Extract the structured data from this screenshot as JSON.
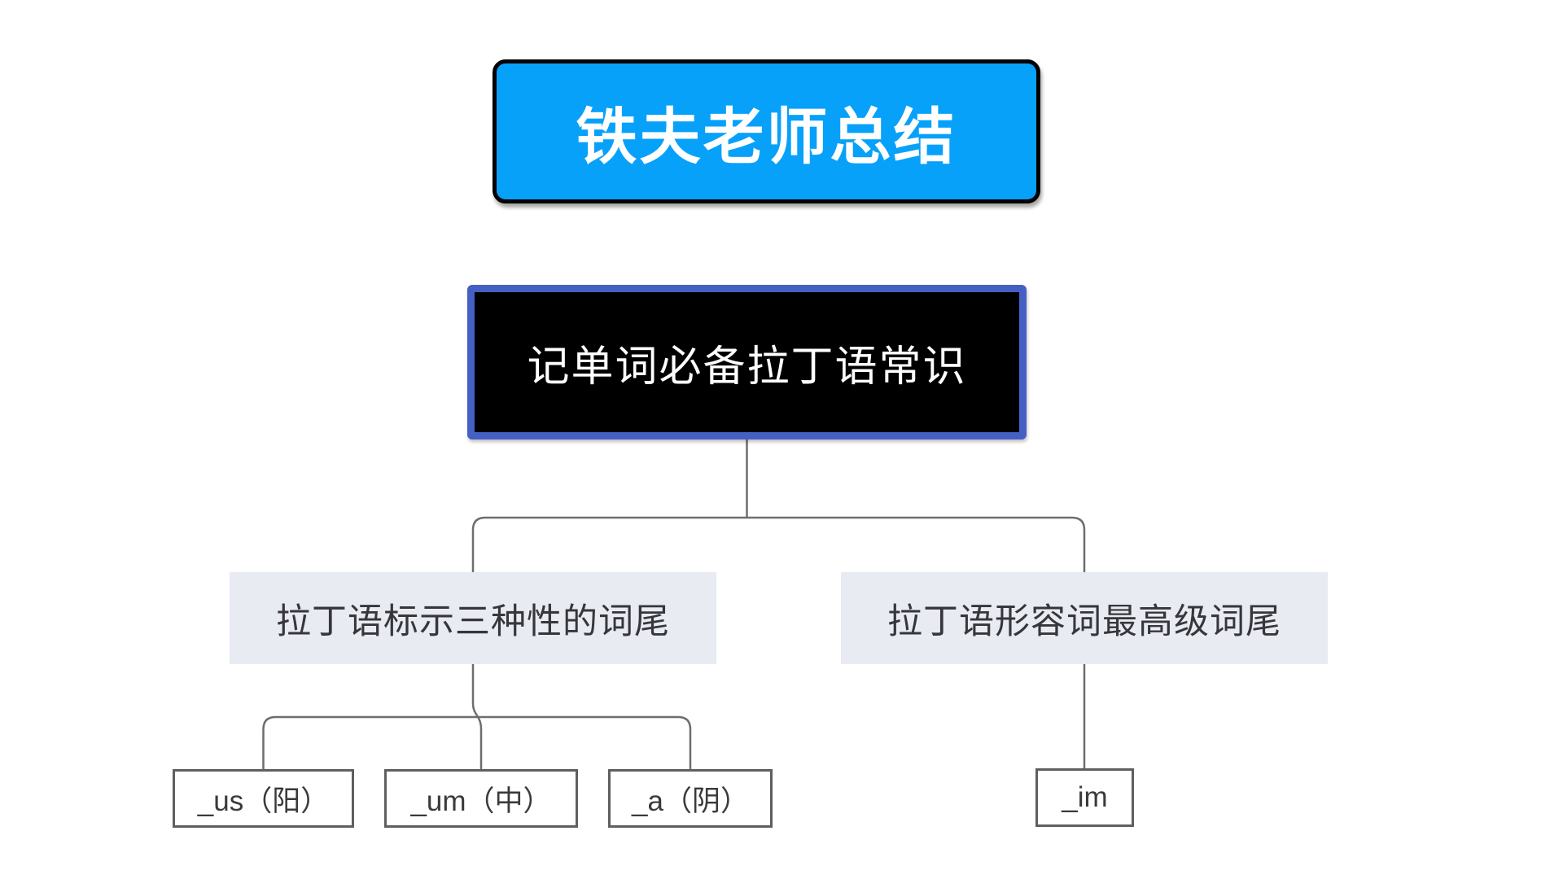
{
  "diagram": {
    "title": {
      "label": "铁夫老师总结"
    },
    "root": {
      "label": "记单词必备拉丁语常识"
    },
    "branches": [
      {
        "label": "拉丁语标示三种性的词尾",
        "children": [
          "_us（阳）",
          "_um（中）",
          "_a（阴）"
        ]
      },
      {
        "label": "拉丁语形容词最高级词尾",
        "children": [
          "_im"
        ]
      }
    ],
    "colors": {
      "title_background": "#07A1FA",
      "title_border": "#000000",
      "title_text": "#FFFFFF",
      "root_background": "#000000",
      "root_border": "#4560C4",
      "root_text": "#FFFFFF",
      "branch_background": "#E9EBF3",
      "branch_text": "#36363B",
      "leaf_background": "#FFFFFF",
      "leaf_border": "#5F5F5F",
      "leaf_text": "#3A3A3A",
      "connector_line": "#6E6E6E",
      "page_background": "#FFFFFF"
    }
  }
}
